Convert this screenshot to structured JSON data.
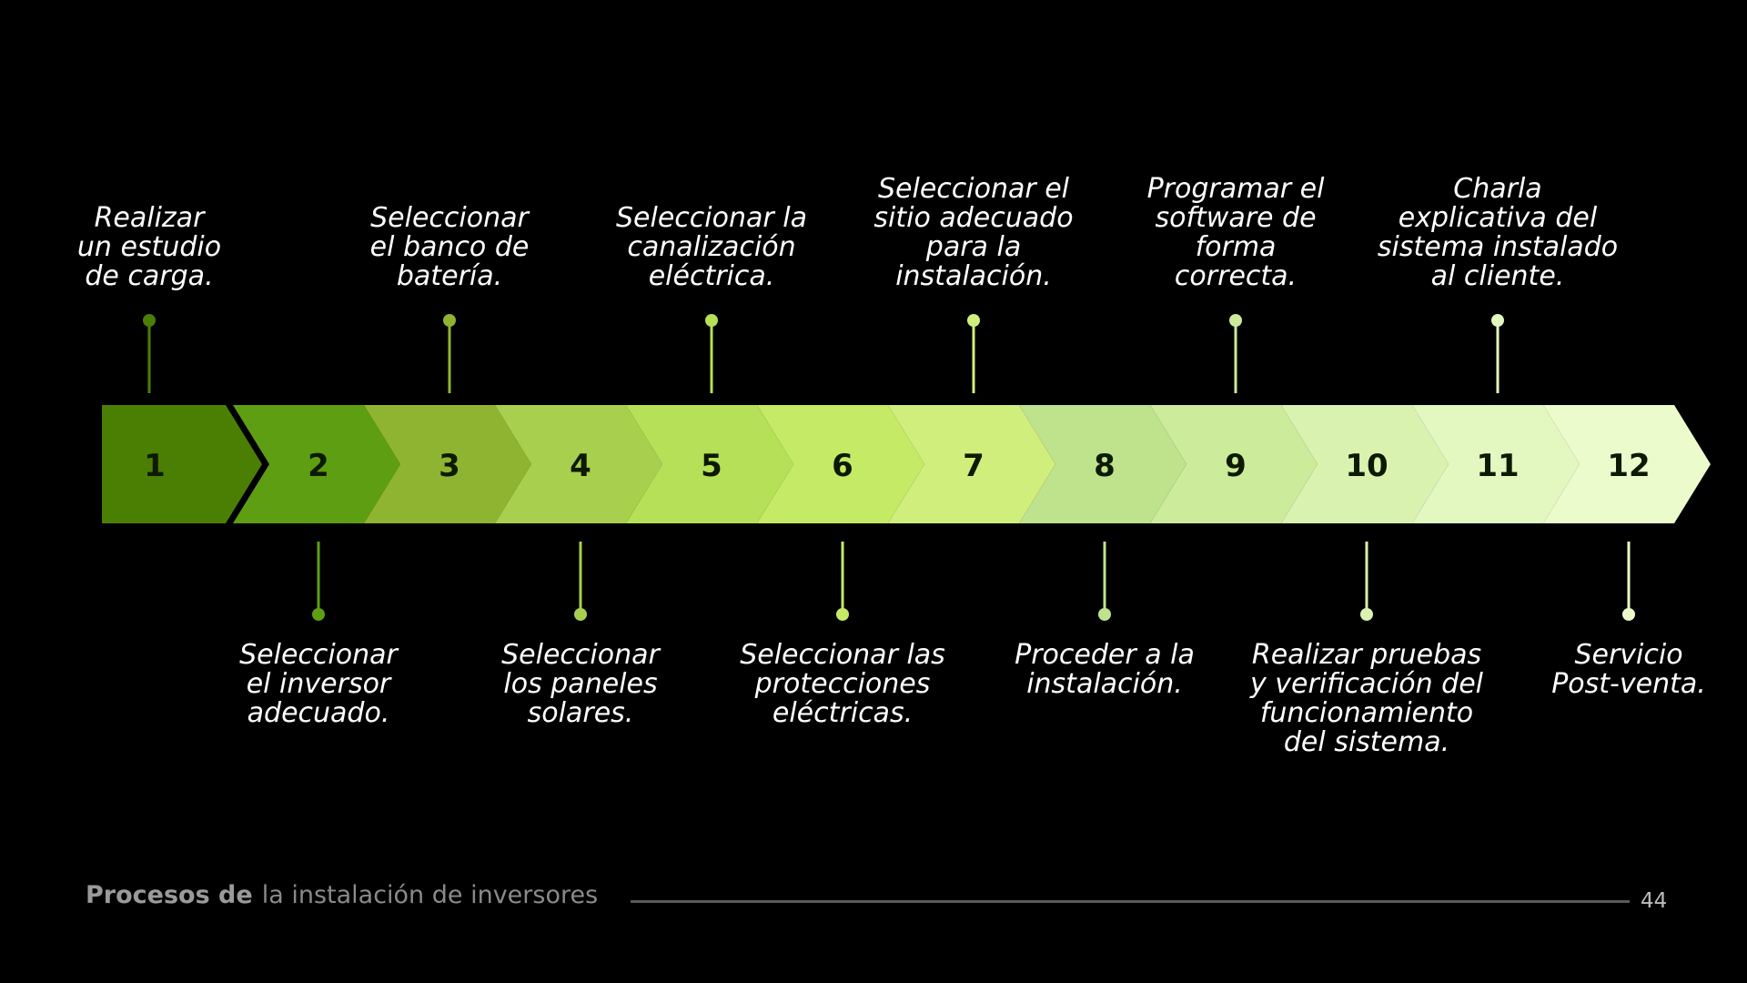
{
  "steps": [
    {
      "number": "1",
      "label": [
        "Realizar",
        "un estudio",
        "de carga."
      ],
      "position": "top",
      "color": "#4a7f04"
    },
    {
      "number": "2",
      "label": [
        "Seleccionar",
        "el inversor",
        "adecuado."
      ],
      "position": "bottom",
      "color": "#5e9e12"
    },
    {
      "number": "3",
      "label": [
        "Seleccionar",
        "el banco de",
        "batería."
      ],
      "position": "top",
      "color": "#8fb431"
    },
    {
      "number": "4",
      "label": [
        "Seleccionar",
        "los paneles",
        "solares."
      ],
      "position": "bottom",
      "color": "#a9cf4f"
    },
    {
      "number": "5",
      "label": [
        "Seleccionar la",
        "canalización",
        "eléctrica."
      ],
      "position": "top",
      "color": "#b5e058"
    },
    {
      "number": "6",
      "label": [
        "Seleccionar las",
        "protecciones",
        "eléctricas."
      ],
      "position": "bottom",
      "color": "#c5ea66"
    },
    {
      "number": "7",
      "label": [
        "Seleccionar el",
        "sitio adecuado",
        "para la",
        "instalación."
      ],
      "position": "top",
      "color": "#d0ee7c"
    },
    {
      "number": "8",
      "label": [
        "Proceder a la",
        "instalación."
      ],
      "position": "bottom",
      "color": "#bfe28d"
    },
    {
      "number": "9",
      "label": [
        "Programar el",
        "software de",
        "forma",
        "correcta."
      ],
      "position": "top",
      "color": "#cceb9b"
    },
    {
      "number": "10",
      "label": [
        "Realizar pruebas",
        "y verificación del",
        "funcionamiento",
        "del sistema."
      ],
      "position": "bottom",
      "color": "#d9f2b0"
    },
    {
      "number": "11",
      "label": [
        "Charla",
        "explicativa del",
        "sistema instalado",
        "al cliente."
      ],
      "position": "top",
      "color": "#e3f8c0"
    },
    {
      "number": "12",
      "label": [
        "Servicio",
        "Post-venta."
      ],
      "position": "bottom",
      "color": "#ebfbcc"
    }
  ],
  "footer": {
    "title_bold": "Procesos de",
    "title_rest": "la instalación de inversores",
    "page_number": "44"
  }
}
